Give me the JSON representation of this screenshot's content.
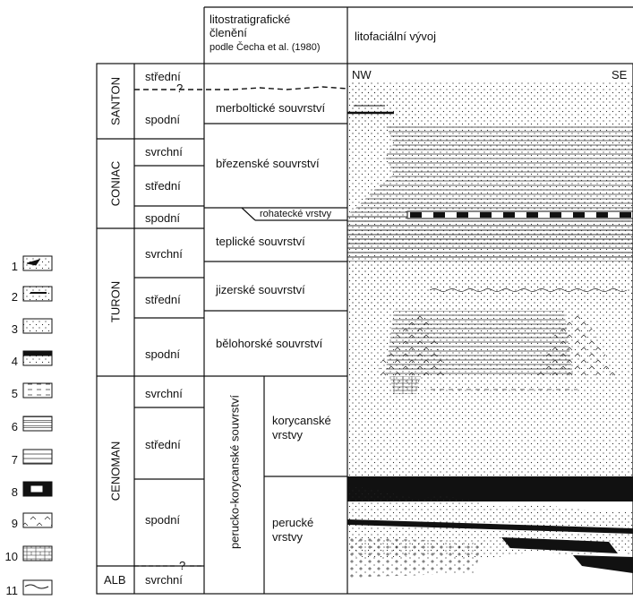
{
  "header": {
    "lithostrat_title_1": "litostratigrafické",
    "lithostrat_title_2": "členění",
    "lithostrat_title_3": "podle Čecha et al. (1980)",
    "facies_title": "litofaciální vývoj",
    "nw": "NW",
    "se": "SE"
  },
  "stages": [
    {
      "name": "SANTON"
    },
    {
      "name": "CONIAC"
    },
    {
      "name": "TURON"
    },
    {
      "name": "CENOMAN"
    },
    {
      "name": "ALB"
    }
  ],
  "substages": [
    "střední",
    "spodní",
    "svrchní",
    "střední",
    "spodní",
    "svrchní",
    "střední",
    "spodní",
    "svrchní",
    "střední",
    "spodní",
    "svrchní"
  ],
  "formations": {
    "merboltice": "merboltické souvrství",
    "brezno": "březenské souvrství",
    "rohatce": "rohatecké vrstvy",
    "teplice": "teplické souvrství",
    "jizera": "jizerské souvrství",
    "bila_hora": "bělohorské souvrství",
    "perucko_korycany": "perucko-korycanské souvrství",
    "korycany_1": "korycanské",
    "korycany_2": "vrstvy",
    "peruc_1": "perucké",
    "peruc_2": "vrstvy"
  },
  "uncertain_marks": [
    "?",
    "?"
  ],
  "legend": {
    "numbers": [
      "1",
      "2",
      "3",
      "4",
      "5",
      "6",
      "7",
      "8",
      "9",
      "10",
      "11"
    ]
  }
}
